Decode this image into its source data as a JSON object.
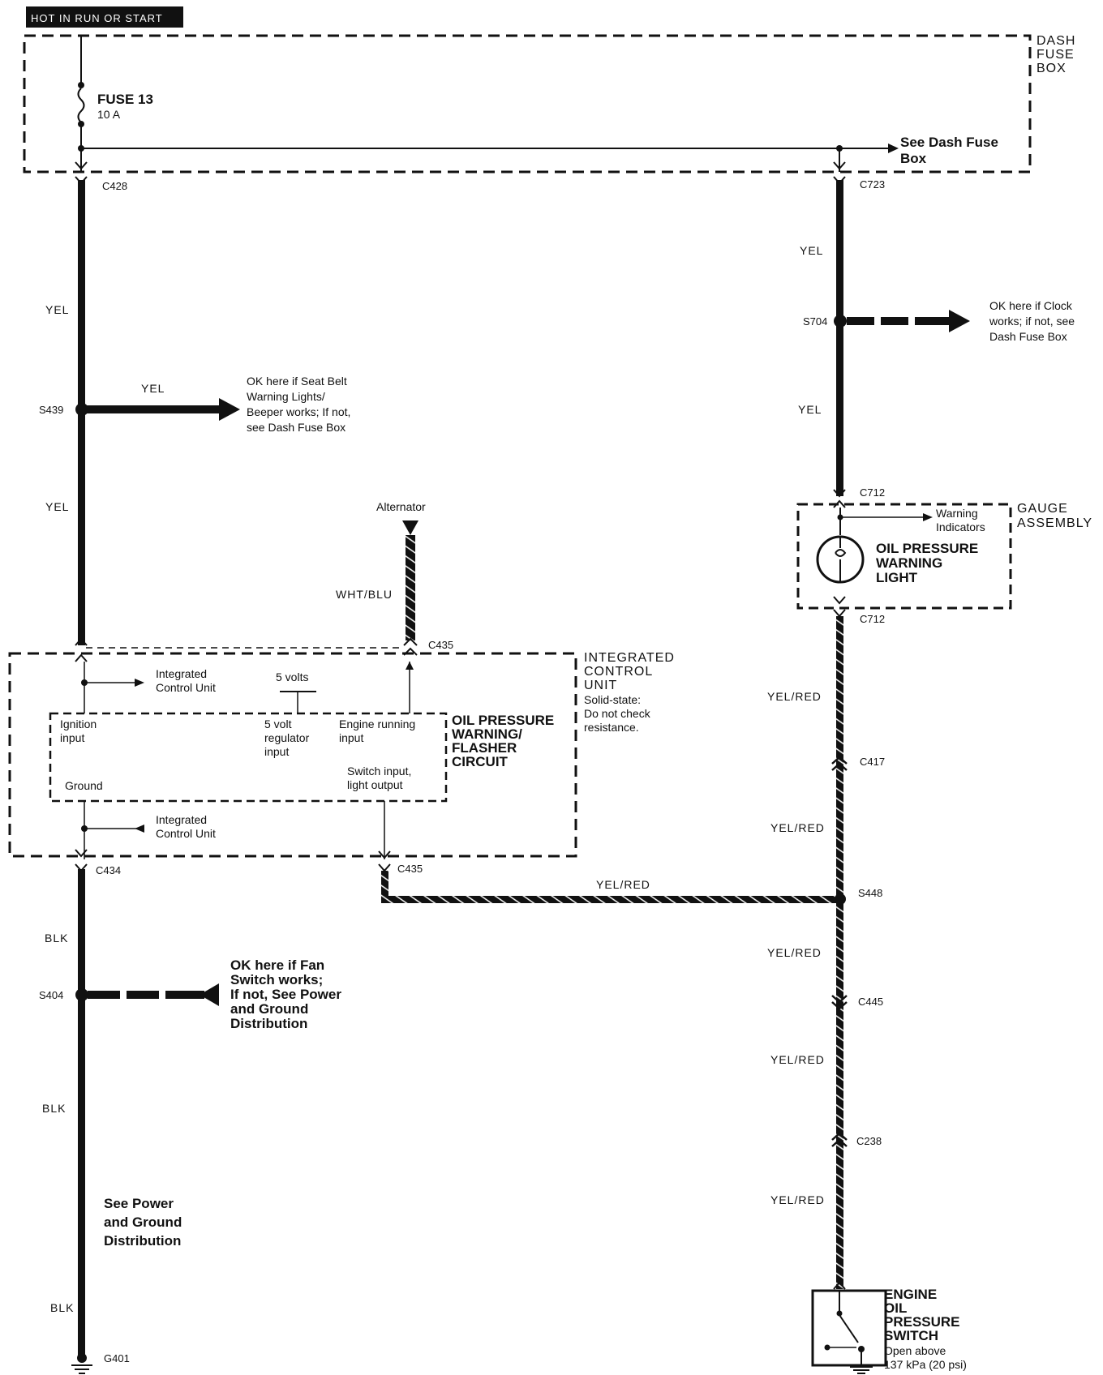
{
  "header": {
    "power_label": "HOT IN RUN OR START"
  },
  "dash_fuse_box": {
    "title_lines": [
      "DASH",
      "FUSE",
      "BOX"
    ],
    "fuse_name": "FUSE 13",
    "fuse_rating": "10 A",
    "see_lines": [
      "See Dash Fuse",
      "Box"
    ]
  },
  "connectors": {
    "c428": "C428",
    "c723": "C723",
    "s439": "S439",
    "s704": "S704",
    "c712_top": "C712",
    "c712_bottom": "C712",
    "c435_top": "C435",
    "c435_bottom": "C435",
    "c434": "C434",
    "c417": "C417",
    "s448": "S448",
    "s404": "S404",
    "c445": "C445",
    "c238": "C238",
    "g401": "G401"
  },
  "wires": {
    "left_yel_1": "YEL",
    "left_yel_2": "YEL",
    "branch_yel": "YEL",
    "right_yel_1": "YEL",
    "right_yel_2": "YEL",
    "wht_blu": "WHT/BLU",
    "yelred_1": "YEL/RED",
    "yelred_2": "YEL/RED",
    "yelred_3": "YEL/RED",
    "yelred_4": "YEL/RED",
    "yelred_5": "YEL/RED",
    "yelred_6": "YEL/RED",
    "blk_1": "BLK",
    "blk_2": "BLK",
    "blk_3": "BLK"
  },
  "notes": {
    "seatbelt": [
      "OK here if Seat Belt",
      "Warning Lights/",
      "Beeper works; If not,",
      "see Dash Fuse Box"
    ],
    "clock": [
      "OK here if Clock",
      "works; if not, see",
      "Dash Fuse Box"
    ],
    "fan": [
      "OK here if Fan",
      "Switch works;",
      "If not, See Power",
      "and Ground",
      "Distribution"
    ],
    "power_ground": [
      "See Power",
      "and Ground",
      "Distribution"
    ]
  },
  "alternator": "Alternator",
  "gauge_assembly": {
    "title_lines": [
      "GAUGE",
      "ASSEMBLY"
    ],
    "warning_indicators": [
      "Warning",
      "Indicators"
    ],
    "light_lines": [
      "OIL PRESSURE",
      "WARNING",
      "LIGHT"
    ]
  },
  "icu": {
    "title_lines": [
      "INTEGRATED",
      "CONTROL",
      "UNIT"
    ],
    "note_lines": [
      "Solid-state:",
      "Do not check",
      "resistance."
    ],
    "icu_ref_top": [
      "Integrated",
      "Control Unit"
    ],
    "icu_ref_bottom": [
      "Integrated",
      "Control Unit"
    ],
    "five_volts": "5 volts",
    "ignition_input": [
      "Ignition",
      "input"
    ],
    "regulator_input": [
      "5 volt",
      "regulator",
      "input"
    ],
    "engine_running": [
      "Engine running",
      "input"
    ],
    "switch_input": [
      "Switch input,",
      "light output"
    ],
    "ground": "Ground",
    "circuit_title": [
      "OIL PRESSURE",
      "WARNING/",
      "FLASHER",
      "CIRCUIT"
    ]
  },
  "oil_switch": {
    "title_lines": [
      "ENGINE",
      "OIL",
      "PRESSURE",
      "SWITCH"
    ],
    "spec_lines": [
      "Open above",
      "137 kPa (20 psi)"
    ]
  }
}
